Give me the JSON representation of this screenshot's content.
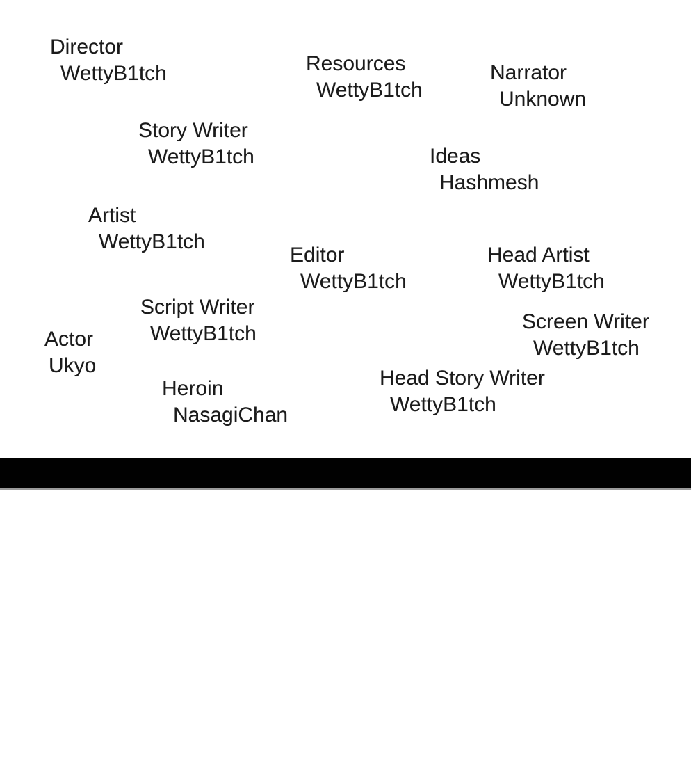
{
  "page": {
    "background_color": "#ffffff",
    "text_color": "#1b1b1b",
    "divider_color": "#010101",
    "divider_edge_color": "#9b9b9b"
  },
  "credits": [
    {
      "role": "Director",
      "name": "WettyB1tch"
    },
    {
      "role": "Resources",
      "name": "WettyB1tch"
    },
    {
      "role": "Narrator",
      "name": "Unknown"
    },
    {
      "role": "Story Writer",
      "name": "WettyB1tch"
    },
    {
      "role": "Ideas",
      "name": "Hashmesh"
    },
    {
      "role": "Artist",
      "name": "WettyB1tch"
    },
    {
      "role": "Editor",
      "name": "WettyB1tch"
    },
    {
      "role": "Head Artist",
      "name": "WettyB1tch"
    },
    {
      "role": "Script Writer",
      "name": "WettyB1tch"
    },
    {
      "role": "Screen Writer",
      "name": "WettyB1tch"
    },
    {
      "role": "Actor",
      "name": "Ukyo"
    },
    {
      "role": "Head Story Writer",
      "name": "WettyB1tch"
    },
    {
      "role": "Heroin",
      "name": "NasagiChan"
    }
  ]
}
